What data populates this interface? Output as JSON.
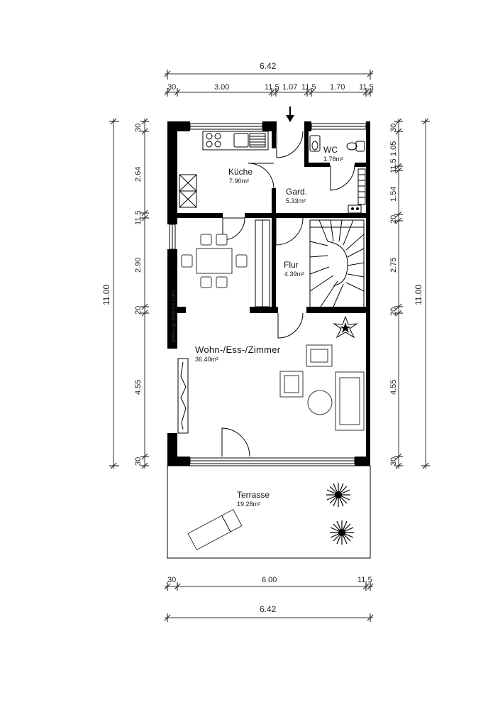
{
  "dimensions": {
    "top_total": "6.42",
    "top_segments": [
      "30",
      "3.00",
      "11.5",
      "1.07",
      "11.5",
      "1.70",
      "11.5"
    ],
    "bottom_segments": [
      "30",
      "6.00",
      "11.5"
    ],
    "bottom_total": "6.42",
    "left_total": "11.00",
    "left_segments": [
      "30",
      "2.64",
      "11.5",
      "2.90",
      "20",
      "4.55",
      "30"
    ],
    "right_total": "11.00",
    "right_segments": [
      "30",
      "1.05",
      "11.5",
      "1.54",
      "20",
      "2.75",
      "20",
      "4.55",
      "30"
    ]
  },
  "rooms": {
    "kueche": {
      "name": "Küche",
      "area": "7.90m²"
    },
    "wc": {
      "name": "WC",
      "area": "1.78m²"
    },
    "gard": {
      "name": "Gard.",
      "area": "5.33m²"
    },
    "flur": {
      "name": "Flur",
      "area": "4.39m²"
    },
    "wohnen": {
      "name": "Wohn-/Ess-/Zimmer",
      "area": "36.40m²"
    },
    "terrasse": {
      "name": "Terrasse",
      "area": "19.28m²"
    }
  },
  "watermark": "www.grundriss.com",
  "icons": {
    "entrance": "entrance-arrow-icon",
    "plant": "plant-icon"
  }
}
